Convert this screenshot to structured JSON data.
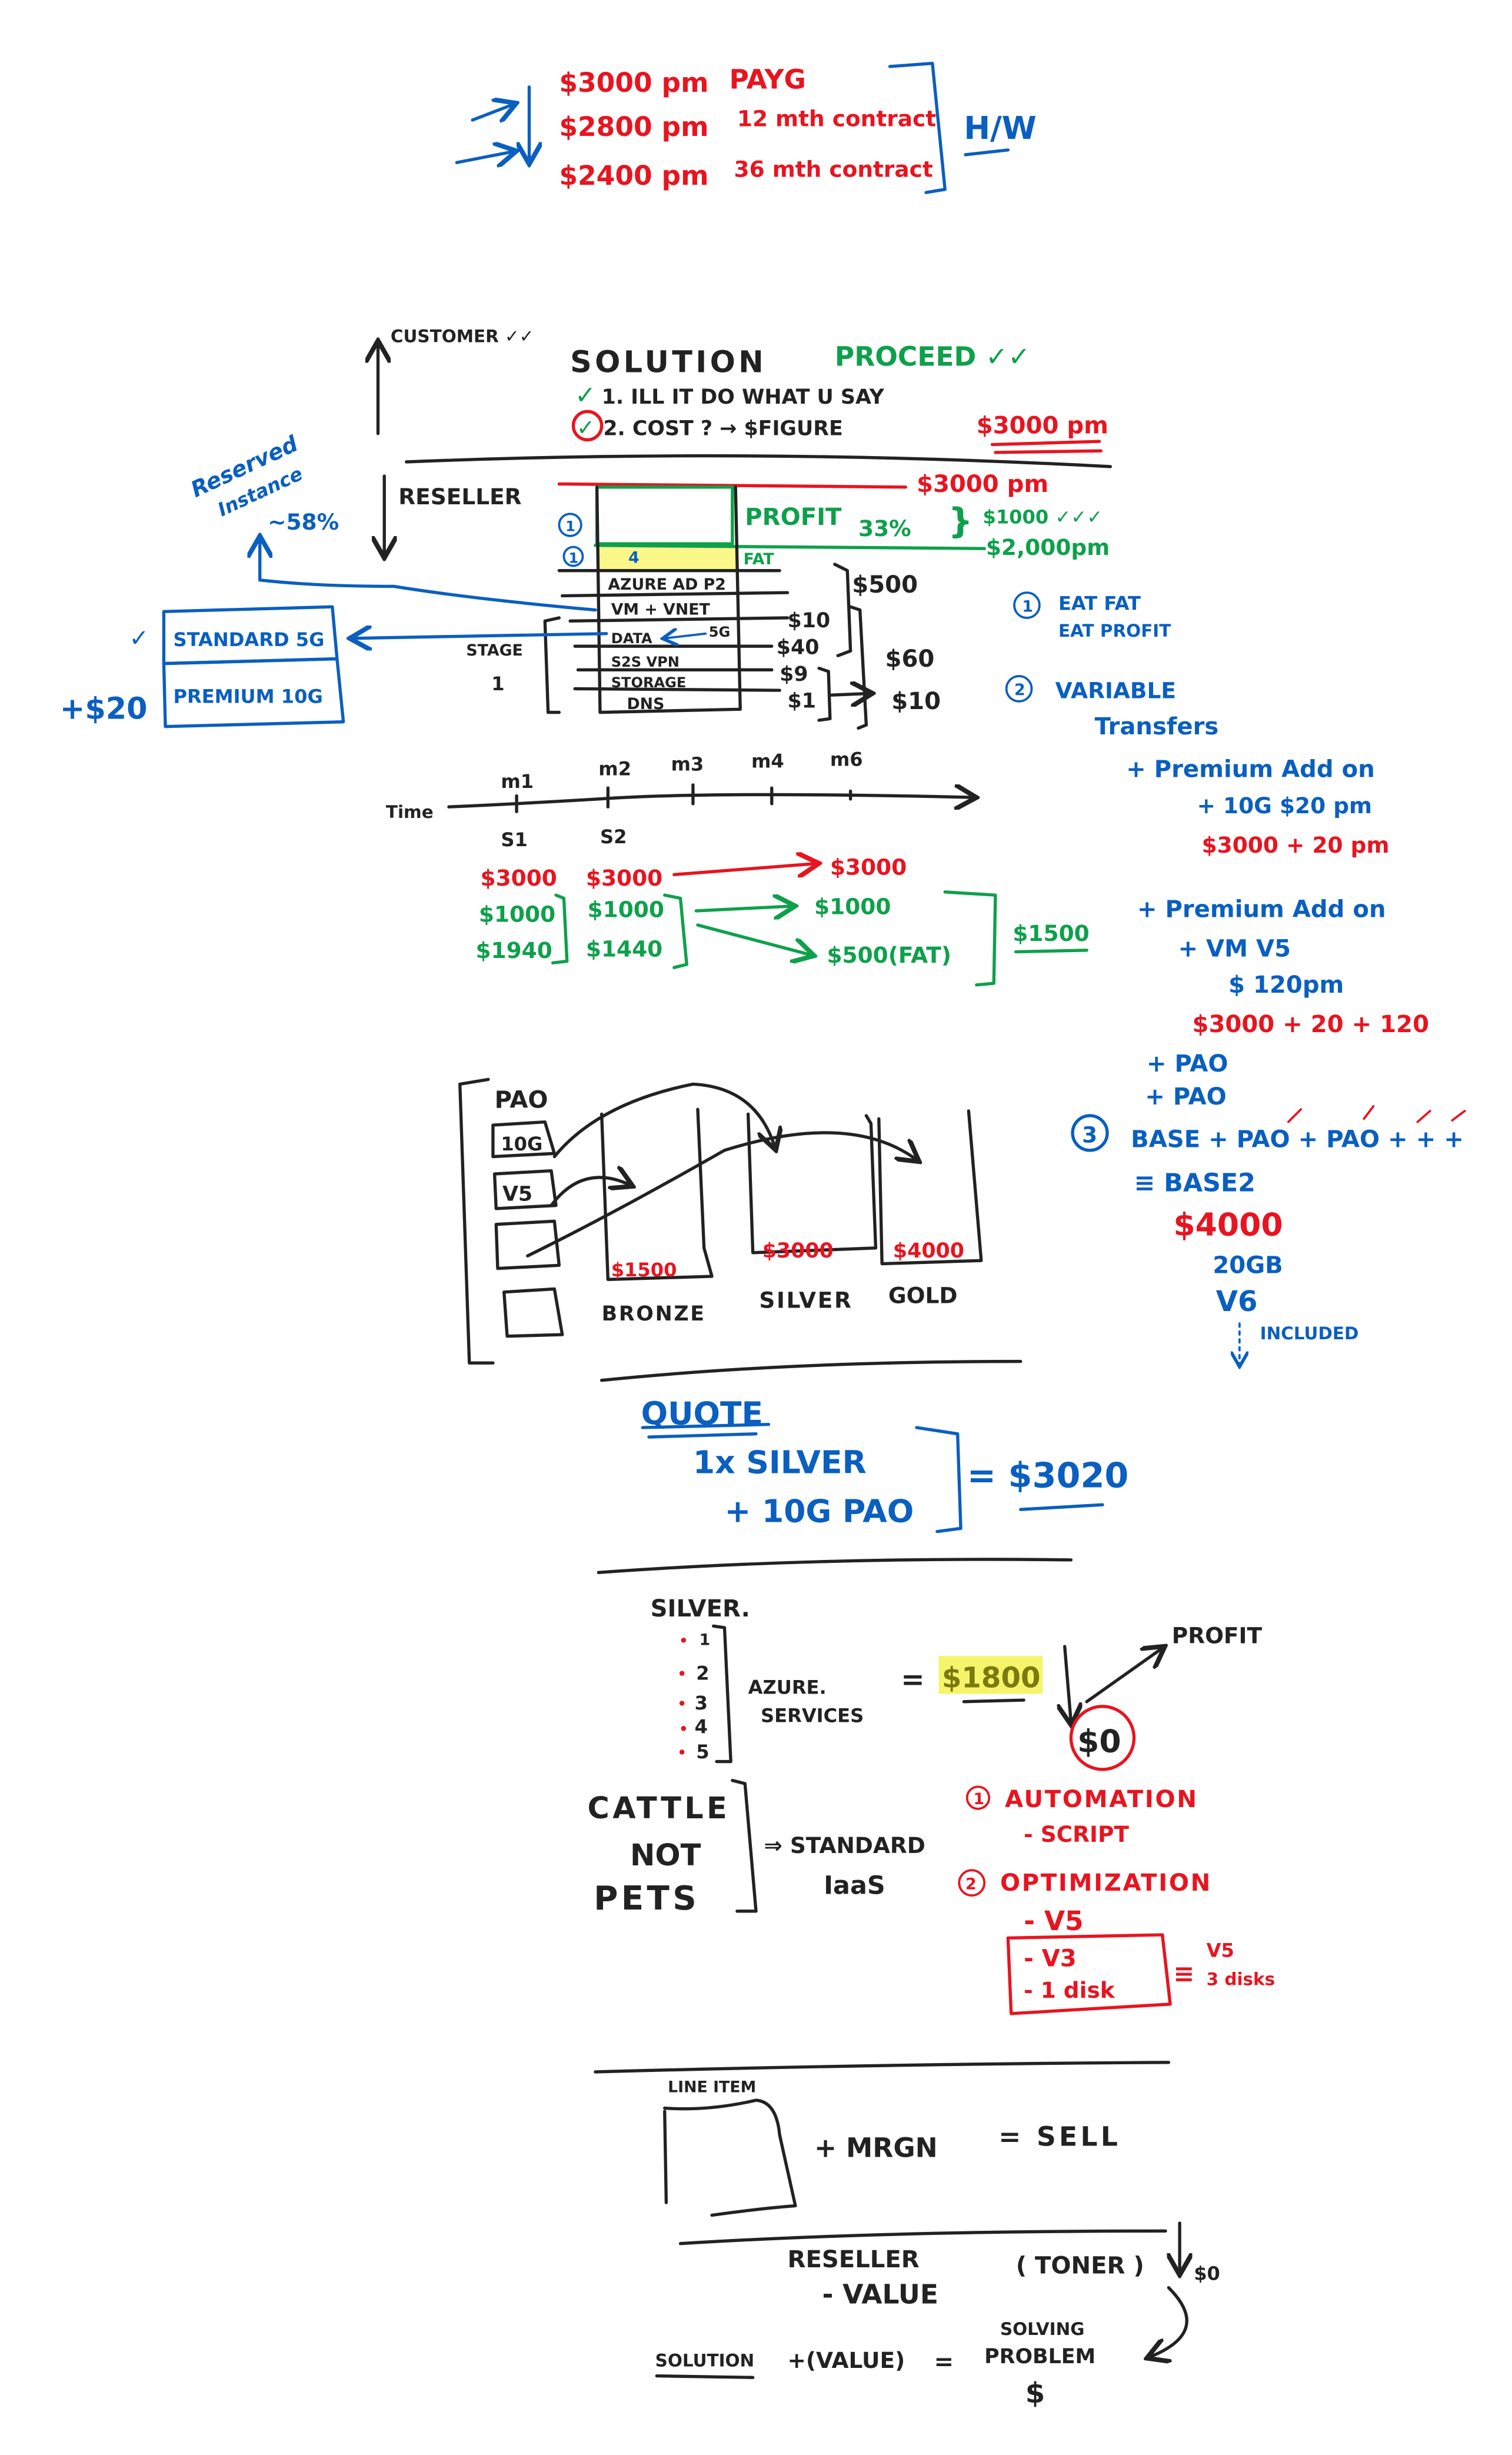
{
  "pricing": {
    "rows": [
      {
        "price": "$3000 pm",
        "term": "PAYG"
      },
      {
        "price": "$2800 pm",
        "term": "12 mth contract"
      },
      {
        "price": "$2400 pm",
        "term": "36 mth contract"
      }
    ],
    "bracket_label": "H/W"
  },
  "customer": {
    "label": "CUSTOMER ✓✓",
    "solution_title": "SOLUTION",
    "proceed": "PROCEED ✓✓",
    "check1": "✓",
    "point1": "1. ILL IT DO WHAT U SAY",
    "check2": "✓",
    "point2": "2. COST ? → $FIGURE",
    "cost_figure": "$3000 pm"
  },
  "reseller": {
    "label": "RESELLER",
    "reserved_instance": [
      "Reserved",
      "Instance",
      "~58%"
    ],
    "top_price": "$3000 pm",
    "profit_label": "PROFIT",
    "profit_pct": "33%",
    "profit_amount": "$1000 ✓✓✓",
    "cost_line": "$2,000pm",
    "fat_label": "FAT",
    "fat_arrow": "4",
    "marker1": "1",
    "marker2": "1",
    "stack": [
      {
        "label": "AZURE AD P2"
      },
      {
        "label": "VM + VNET"
      },
      {
        "label": "DATA",
        "note": "5G"
      },
      {
        "label": "S2S VPN"
      },
      {
        "label": "STORAGE"
      },
      {
        "label": "DNS"
      }
    ],
    "costs": {
      "azure_group": "$500",
      "data": "$10",
      "s2s": "$40",
      "storage": "$9",
      "dns": "$1",
      "group_total": "$60",
      "sub_total": "$10"
    },
    "stage": [
      "STAGE",
      "1"
    ],
    "options": {
      "check": "✓",
      "standard": "STANDARD 5G",
      "premium": "PREMIUM 10G",
      "premium_cost": "+$20"
    }
  },
  "notes": {
    "n1_num": "1",
    "n1_a": "EAT  FAT",
    "n1_b": "EAT  PROFIT",
    "n2_num": "2",
    "n2_a": "VARIABLE",
    "n2_b": "Transfers",
    "addon1": "+ Premium  Add on",
    "addon1_item": "+ 10G  $20 pm",
    "addon1_total": "$3000 + 20 pm",
    "addon2": "+ Premium  Add on",
    "addon2_item": "+ VM  V5",
    "addon2_price": "$ 120pm",
    "addon2_total": "$3000 + 20 + 120",
    "pao1": "+ PAO",
    "pao2": "+ PAO",
    "n3_num": "3",
    "n3_a": "BASE + PAO + PAO + + +",
    "n3_b": "≡ BASE2",
    "n3_price": "$4000",
    "n3_storage": "20GB",
    "n3_vm": "V6",
    "n3_included": "INCLUDED"
  },
  "timeline": {
    "label": "Time",
    "months": [
      "m1",
      "m2",
      "m3",
      "m4",
      "m6"
    ],
    "stages": [
      "S1",
      "S2"
    ],
    "revenue": [
      "$3000",
      "$3000",
      "$3000"
    ],
    "s1": [
      "$1000",
      "$1940"
    ],
    "s2": [
      "$1000",
      "$1440"
    ],
    "result_profit": "$1000",
    "result_fat": "$500(FAT)",
    "result_total": "$1500"
  },
  "tiers": {
    "pao_label": "PAO",
    "pao_items": [
      "10G",
      "V5",
      "",
      ""
    ],
    "levels": [
      {
        "name": "BRONZE",
        "price": "$1500"
      },
      {
        "name": "SILVER",
        "price": "$3000"
      },
      {
        "name": "GOLD",
        "price": "$4000"
      }
    ]
  },
  "quote": {
    "title": "QUOTE",
    "line1": "1x  SILVER",
    "line2": "+ 10G  PAO",
    "total": "= $3020"
  },
  "silver": {
    "title": "SILVER.",
    "items": [
      "1",
      "2",
      "3",
      "4",
      "5"
    ],
    "services": [
      "AZURE.",
      "SERVICES"
    ],
    "equals": "=",
    "price": "$1800",
    "zero": "$0",
    "profit": "PROFIT",
    "cattle": [
      "CATTLE",
      "NOT",
      "PETS"
    ],
    "standard": [
      "⇒ STANDARD",
      "IaaS"
    ],
    "auto_num": "1",
    "automation": "AUTOMATION",
    "script": "- SCRIPT",
    "opt_num": "2",
    "optimization": "OPTIMIZATION",
    "v5": "- V5",
    "v3": "- V3",
    "disk": "- 1 disk",
    "equiv": [
      "V5",
      "3 disks"
    ]
  },
  "bottom": {
    "line_item": "LINE ITEM",
    "margin": "+ MRGN",
    "sell": "= SELL",
    "reseller": "RESELLER",
    "value": "- VALUE",
    "toner": "( TONER )",
    "zero": "$0",
    "solution": "SOLUTION",
    "plus_value": "+(VALUE)",
    "equals": "=",
    "solving": "SOLVING",
    "problem": "PROBLEM",
    "dollar": "$"
  }
}
